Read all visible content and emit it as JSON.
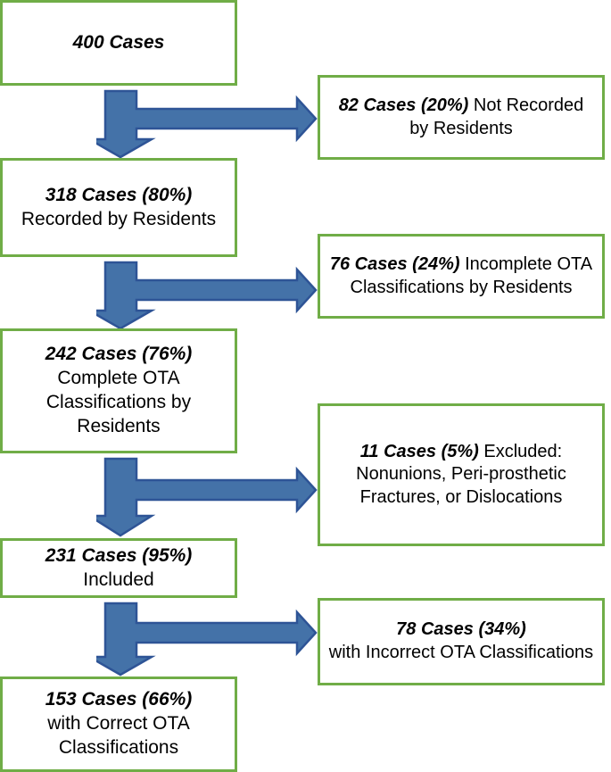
{
  "diagram": {
    "title": "OTA Classification Case Flow Diagram",
    "type": "flowchart",
    "colors": {
      "box_border": "#70AD47",
      "box_fill": "#FFFFFF",
      "arrow_fill": "#4472A8",
      "arrow_stroke": "#2E5496",
      "text": "#000000"
    },
    "left_column": [
      {
        "id": "total-cases",
        "emphasis": "400 Cases",
        "detail": "",
        "lines": [
          "400 Cases"
        ]
      },
      {
        "id": "recorded-by-residents",
        "emphasis": "318 Cases (80%)",
        "detail": "Recorded by Residents",
        "lines": [
          "318 Cases (80%)",
          "Recorded by",
          "Residents"
        ]
      },
      {
        "id": "complete-ota-classifications",
        "emphasis": "242 Cases (76%)",
        "detail": "Complete OTA Classifications by Residents",
        "lines": [
          "242 Cases (76%)",
          "Complete OTA",
          "Classifications by",
          "Residents"
        ]
      },
      {
        "id": "included",
        "emphasis": "231 Cases (95%)",
        "detail": "Included",
        "lines": [
          "231 Cases (95%)",
          "Included"
        ]
      },
      {
        "id": "correct-ota-classifications",
        "emphasis": "153 Cases (66%)",
        "detail": "with Correct OTA Classifications",
        "lines": [
          "153 Cases (66%)",
          "with Correct OTA",
          "Classifications"
        ]
      }
    ],
    "right_column": [
      {
        "id": "not-recorded",
        "emphasis": "82 Cases (20%)",
        "detail": " Not Recorded by Residents",
        "lines": [
          "82 Cases (20%) Not",
          "Recorded by Residents"
        ]
      },
      {
        "id": "incomplete-ota-classifications",
        "emphasis": "76 Cases (24%)",
        "detail": " Incomplete OTA Classifications by Residents",
        "lines": [
          "76 Cases (24%) Incomplete",
          "OTA Classifications by",
          "Residents"
        ]
      },
      {
        "id": "excluded",
        "emphasis": "11 Cases (5%)",
        "detail": " Excluded: Nonunions, Peri-prosthetic Fractures, or Dislocations",
        "lines": [
          "11 Cases (5%) Excluded:",
          "Nonunions, Peri-prosthetic",
          "Fractures, or Dislocations"
        ]
      },
      {
        "id": "incorrect-ota-classifications",
        "emphasis": "78 Cases (34%)",
        "detail": "with Incorrect OTA Classifications",
        "lines": [
          "78 Cases (34%)",
          "with Incorrect OTA",
          "Classifications"
        ]
      }
    ],
    "connectors": [
      {
        "id": "split-arrow-1",
        "from": "total-cases",
        "down_to": "recorded-by-residents",
        "right_to": "not-recorded"
      },
      {
        "id": "split-arrow-2",
        "from": "recorded-by-residents",
        "down_to": "complete-ota-classifications",
        "right_to": "incomplete-ota-classifications"
      },
      {
        "id": "split-arrow-3",
        "from": "complete-ota-classifications",
        "down_to": "included",
        "right_to": "excluded"
      },
      {
        "id": "split-arrow-4",
        "from": "included",
        "down_to": "correct-ota-classifications",
        "right_to": "incorrect-ota-classifications"
      }
    ]
  }
}
